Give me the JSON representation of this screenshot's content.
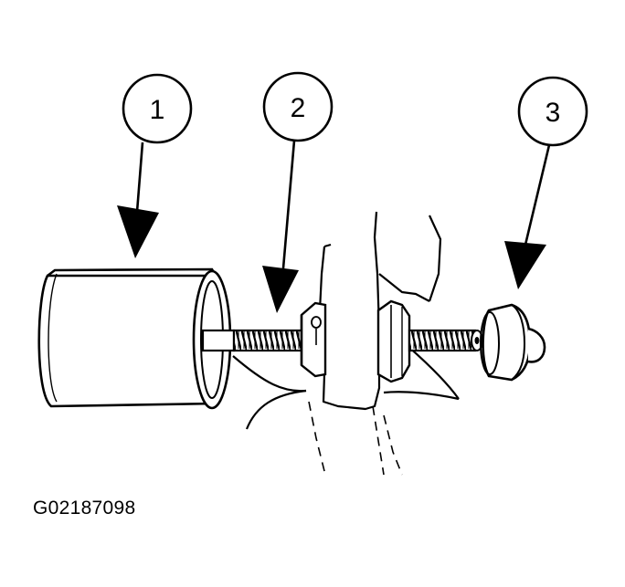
{
  "callouts": [
    {
      "number": "1"
    },
    {
      "number": "2"
    },
    {
      "number": "3"
    }
  ],
  "figure_id": "G02187098",
  "colors": {
    "ink": "#000000",
    "paper": "#ffffff"
  }
}
